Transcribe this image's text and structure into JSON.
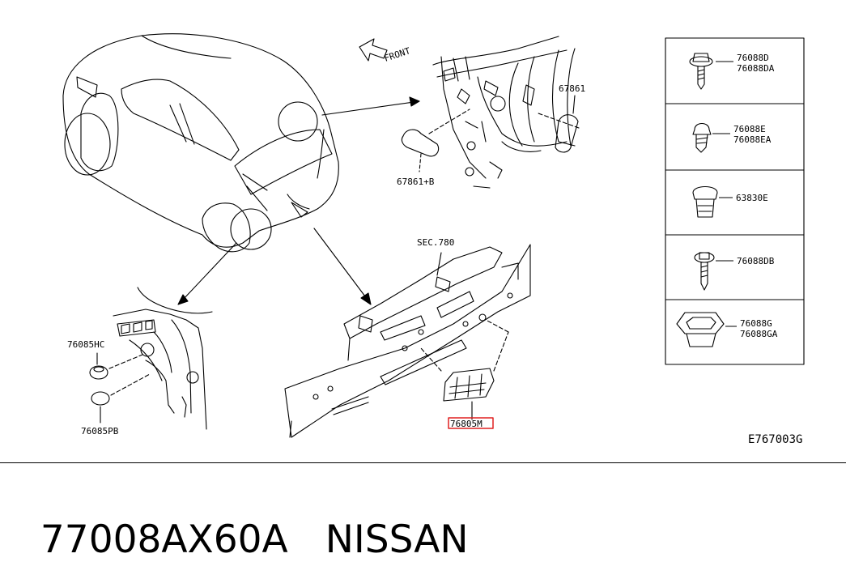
{
  "callouts": {
    "front": "FRONT",
    "p67861": "67861",
    "p67861b": "67861+B",
    "sec780": "SEC.780",
    "p76805m": "76805M",
    "p76085hc": "76085HC",
    "p76085pb": "76085PB",
    "diagram_code": "E767003G"
  },
  "legend": {
    "box1": [
      "76088D",
      "76088DA"
    ],
    "box2": [
      "76088E",
      "76088EA"
    ],
    "box3": [
      "63830E"
    ],
    "box4": [
      "76088DB"
    ],
    "box5": [
      "76088G",
      "76088GA"
    ]
  },
  "highlight_color": "#e02020",
  "footer": {
    "part_number": "77008AX60A",
    "brand": "NISSAN"
  }
}
